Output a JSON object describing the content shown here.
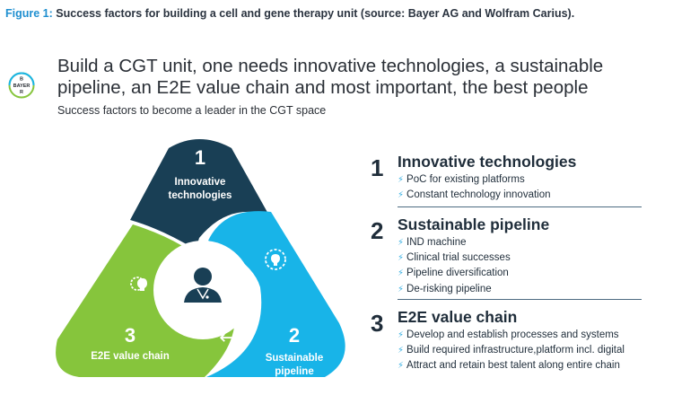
{
  "caption": {
    "label": "Figure 1:",
    "text": " Success factors for building a cell and gene therapy unit (source: Bayer AG and Wolfram Carius)."
  },
  "logo": {
    "text_top": "B",
    "text_row": "BAYER",
    "text_bottom": "R"
  },
  "headline": "Build a CGT unit, one needs innovative technologies, a sustainable pipeline, an E2E value chain and most important, the best people",
  "subline": "Success factors to become a leader in the CGT space",
  "diagram": {
    "colors": {
      "dark": "#193f55",
      "blue": "#18b4e8",
      "green": "#86c53c",
      "white": "#ffffff"
    },
    "segments": [
      {
        "number": "1",
        "label_line1": "Innovative",
        "label_line2": "technologies"
      },
      {
        "number": "2",
        "label_line1": "Sustainable",
        "label_line2": "pipeline"
      },
      {
        "number": "3",
        "label_line1": "E2E value chain",
        "label_line2": ""
      }
    ],
    "icons": [
      "doctor-icon",
      "lightbulb-gear-icon",
      "gear-lightbulb-icon",
      "double-arrow-icon"
    ],
    "arrow_glyph": "⟷"
  },
  "factors": [
    {
      "number": "1",
      "title": "Innovative technologies",
      "items": [
        "PoC for existing platforms",
        "Constant technology innovation"
      ]
    },
    {
      "number": "2",
      "title": "Sustainable pipeline",
      "items": [
        "IND machine",
        "Clinical trial successes",
        "Pipeline diversification",
        "De-risking pipeline"
      ]
    },
    {
      "number": "3",
      "title": "E2E value chain",
      "items": [
        "Develop and establish processes and systems",
        "Build required infrastructure,platform incl. digital",
        "Attract and retain best talent along entire chain"
      ]
    }
  ],
  "bullet_glyph": "⚡"
}
